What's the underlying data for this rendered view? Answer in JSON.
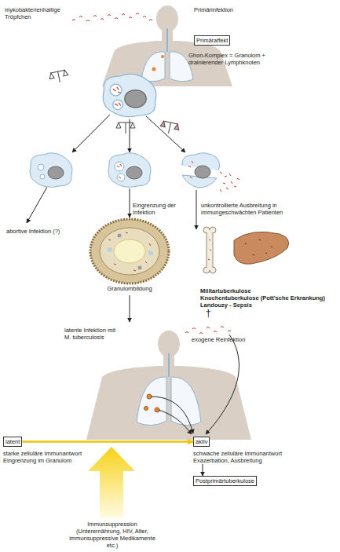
{
  "diagram": {
    "nodes": [
      {
        "text": [
          "Primäraffekt"
        ]
      },
      {
        "text": [
          "latent",
          "starke zelluläre Immunantwort Eingrenzung im Granulom"
        ]
      },
      {
        "text": [
          "aktiv",
          "schwache zelluläre Immunantwort Exazerbation, Ausbreitung"
        ]
      },
      {
        "text": [
          "Postprimärtuberkulose"
        ]
      }
    ],
    "edges": [
      {
        "from": 1,
        "to": 2,
        "arrow": "to"
      },
      {
        "from": 2,
        "to": 3,
        "arrow": "to"
      }
    ],
    "labels": [
      "mykobakterienhaltige Tröpfchen",
      "Primärinfektion",
      "Ghon-Komplex = Granulom + drainierender Lymphknoten",
      "abortive Infektion (?)",
      "Eingrenzung der Infektion",
      "unkontrollierte Ausbreitung in immungeschwächten Patienten",
      "Granulombildung",
      "Militartuberkulose",
      "Knochentuberkulose (Pott'sche Erkrankung)",
      "Landouzy - Sepsis",
      "†",
      "latente Infektion mit M. tuberculosis",
      "exogene Reinfektion",
      "Immunsuppression (Unterernährung, HIV, Alter, immunsuppressive Medikamente etc.)"
    ]
  }
}
